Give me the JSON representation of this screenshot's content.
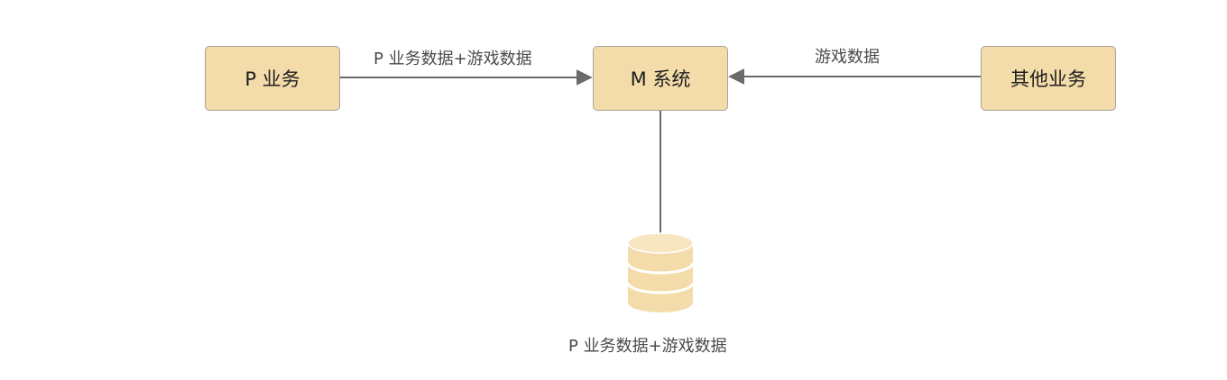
{
  "nodes": {
    "p_business": "P 业务",
    "m_system": "M 系统",
    "other_business": "其他业务"
  },
  "edges": {
    "p_to_m": "P 业务数据+游戏数据",
    "other_to_m": "游戏数据"
  },
  "database": {
    "label": "P 业务数据+游戏数据"
  },
  "colors": {
    "node_fill": "#f4dcaa",
    "node_border": "#a9a39a",
    "line": "#6b6b6b",
    "label_text": "#4a4a4a"
  }
}
